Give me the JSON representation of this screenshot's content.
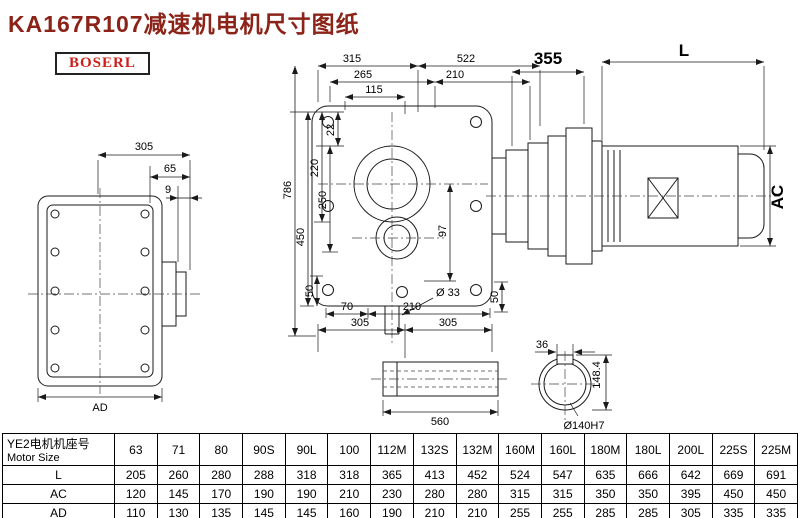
{
  "page": {
    "title": "KA167R107减速机电机尺寸图纸",
    "logo": "BOSERL"
  },
  "drawing": {
    "side_view": {
      "d305": "305",
      "d65": "65",
      "d9": "9",
      "dAD": "AD"
    },
    "front_view": {
      "d315": "315",
      "d522": "522",
      "d265": "265",
      "d210t": "210",
      "d115": "115",
      "d22": "22",
      "d220": "220",
      "d250": "250",
      "d450": "450",
      "d786": "786",
      "d97": "97",
      "d50l": "50",
      "d70": "70",
      "d210b": "210",
      "d50r": "50",
      "dia33": "Ø 33"
    },
    "motor_view": {
      "d355": "355",
      "dL": "L",
      "dAC": "AC"
    },
    "shaft_view": {
      "d305a": "305",
      "d305b": "305",
      "d560": "560"
    },
    "bore_view": {
      "d36": "36",
      "d1484": "148.4",
      "dia140": "Ø140H7"
    }
  },
  "table": {
    "header_line1": "YE2电机机座号",
    "header_line2": "Motor Size",
    "sizes": [
      "63",
      "71",
      "80",
      "90S",
      "90L",
      "100",
      "112M",
      "132S",
      "132M",
      "160M",
      "160L",
      "180M",
      "180L",
      "200L",
      "225S",
      "225M"
    ],
    "rows": [
      {
        "label": "L",
        "values": [
          "205",
          "260",
          "280",
          "288",
          "318",
          "318",
          "365",
          "413",
          "452",
          "524",
          "547",
          "635",
          "666",
          "642",
          "669",
          "691"
        ]
      },
      {
        "label": "AC",
        "values": [
          "120",
          "145",
          "170",
          "190",
          "190",
          "210",
          "230",
          "280",
          "280",
          "315",
          "315",
          "350",
          "350",
          "395",
          "450",
          "450"
        ]
      },
      {
        "label": "AD",
        "values": [
          "110",
          "130",
          "135",
          "145",
          "145",
          "160",
          "190",
          "210",
          "210",
          "255",
          "255",
          "285",
          "285",
          "305",
          "335",
          "335"
        ]
      }
    ]
  }
}
